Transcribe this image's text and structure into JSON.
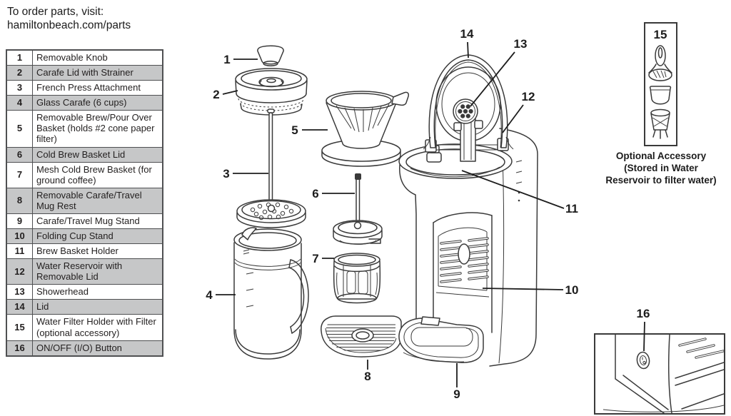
{
  "header": {
    "line1": "To order parts, visit:",
    "line2": "hamiltonbeach.com/parts"
  },
  "parts_table": {
    "rows": [
      {
        "num": "1",
        "label": "Removable Knob"
      },
      {
        "num": "2",
        "label": "Carafe Lid with Strainer"
      },
      {
        "num": "3",
        "label": "French Press Attachment"
      },
      {
        "num": "4",
        "label": "Glass Carafe (6 cups)"
      },
      {
        "num": "5",
        "label": "Removable Brew/Pour Over Basket (holds #2 cone paper filter)"
      },
      {
        "num": "6",
        "label": "Cold Brew Basket Lid"
      },
      {
        "num": "7",
        "label": "Mesh Cold Brew Basket (for ground coffee)"
      },
      {
        "num": "8",
        "label": "Removable Carafe/Travel Mug Rest"
      },
      {
        "num": "9",
        "label": "Carafe/Travel Mug Stand"
      },
      {
        "num": "10",
        "label": "Folding Cup Stand"
      },
      {
        "num": "11",
        "label": "Brew Basket Holder"
      },
      {
        "num": "12",
        "label": "Water Reservoir with Removable Lid"
      },
      {
        "num": "13",
        "label": "Showerhead"
      },
      {
        "num": "14",
        "label": "Lid"
      },
      {
        "num": "15",
        "label": "Water Filter Holder with Filter (optional accessory)"
      },
      {
        "num": "16",
        "label": "ON/OFF (I/O) Button"
      }
    ]
  },
  "callouts": {
    "c1": "1",
    "c2": "2",
    "c3": "3",
    "c4": "4",
    "c5": "5",
    "c6": "6",
    "c7": "7",
    "c8": "8",
    "c9": "9",
    "c10": "10",
    "c11": "11",
    "c12": "12",
    "c13": "13",
    "c14": "14",
    "c15": "15",
    "c16": "16"
  },
  "accessory_note": {
    "line1": "Optional Accessory",
    "line2": "(Stored in Water",
    "line3": "Reservoir to filter water)"
  },
  "colors": {
    "line": "#3a3a3a",
    "table_border": "#4f5052",
    "row_shade": "#c6c7c8",
    "text": "#221f1f"
  }
}
